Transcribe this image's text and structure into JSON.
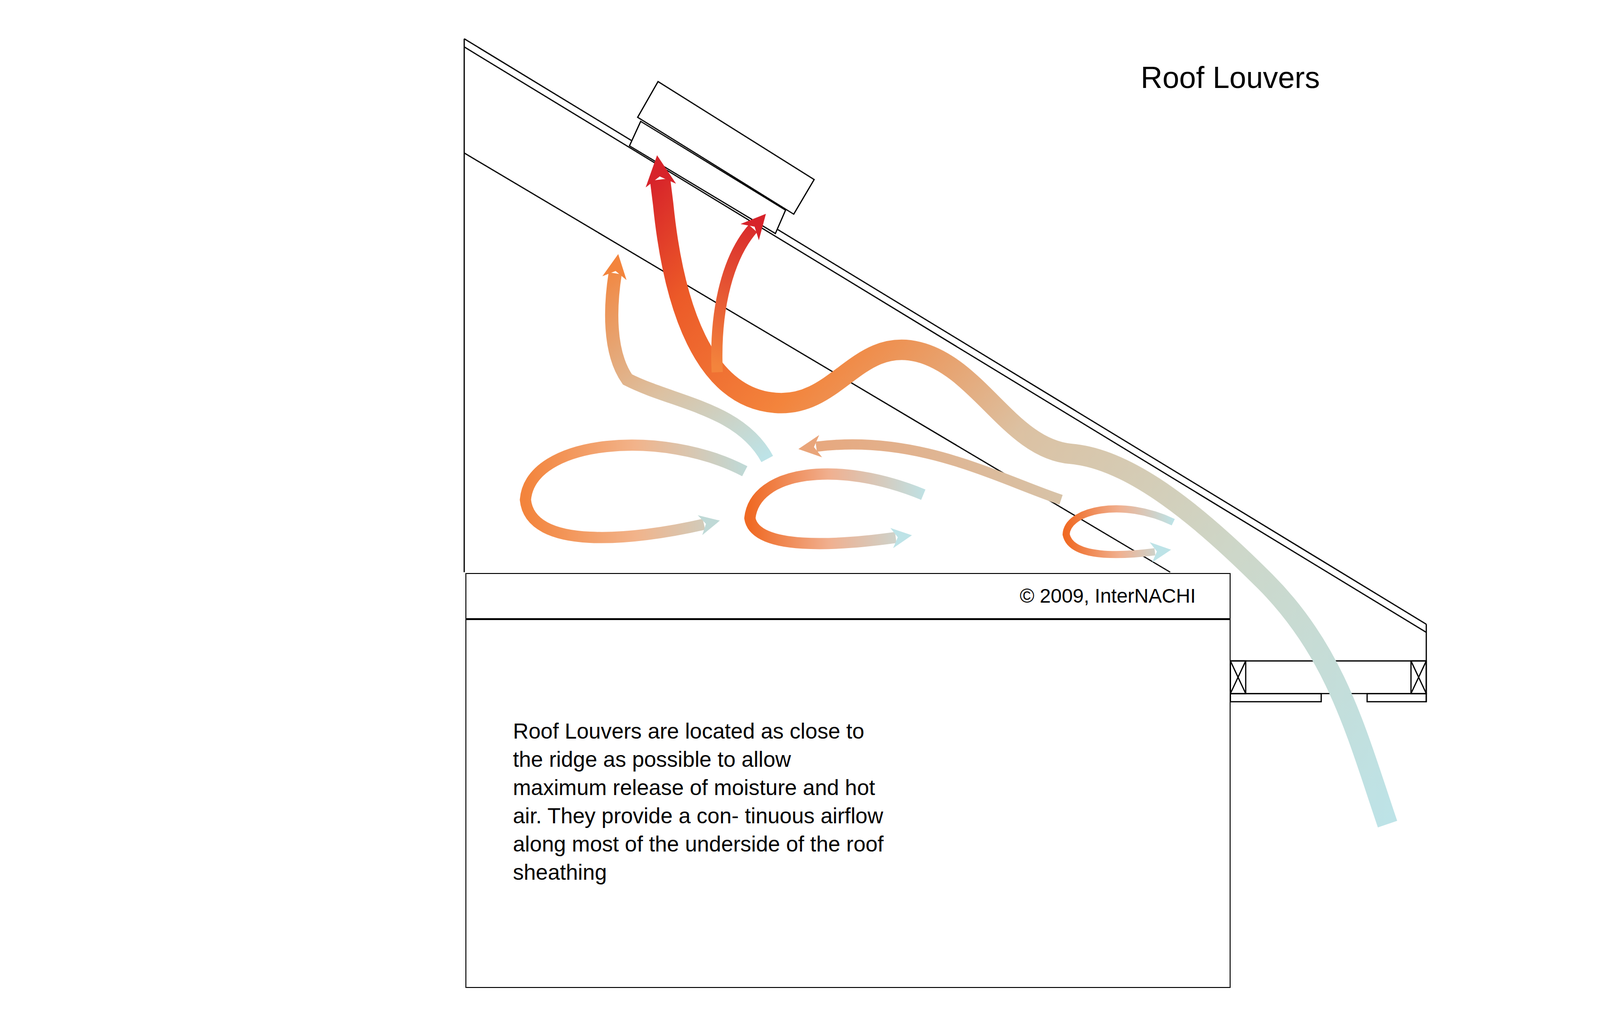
{
  "diagram": {
    "title": "Roof Louvers",
    "nodes": [
      {
        "text": [
          "© 2009, InterNACHI"
        ]
      },
      {
        "text": [
          "Roof Louvers are located as close to the ridge as possible to allow maximum release of moisture and hot air. They provide a con- tinuous airflow along most of the underside of the roof sheathing"
        ]
      }
    ]
  }
}
